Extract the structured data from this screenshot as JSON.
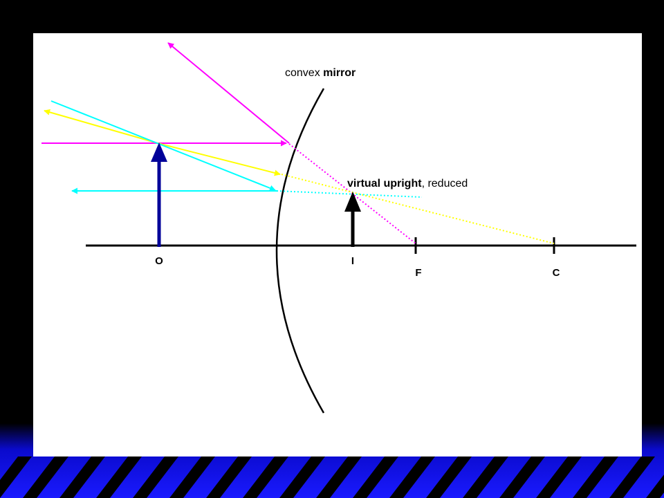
{
  "slide": {
    "background_color": "#000000",
    "panel_color": "#ffffff",
    "band_color": "#1a1aff",
    "stripe_color": "#000000"
  },
  "diagram": {
    "mirror_label_normal": "convex ",
    "mirror_label_bold": "mirror",
    "image_label_bold": "virtual upright",
    "image_label_normal": ", reduced",
    "object_label": "O",
    "image_point_label": "I",
    "focal_label": "F",
    "center_label": "C",
    "colors": {
      "axis": "#000000",
      "object_arrow": "#000099",
      "image_arrow": "#000000",
      "ray_parallel": "#ff00ff",
      "ray_center": "#ffff00",
      "ray_focal": "#00ffff"
    }
  }
}
